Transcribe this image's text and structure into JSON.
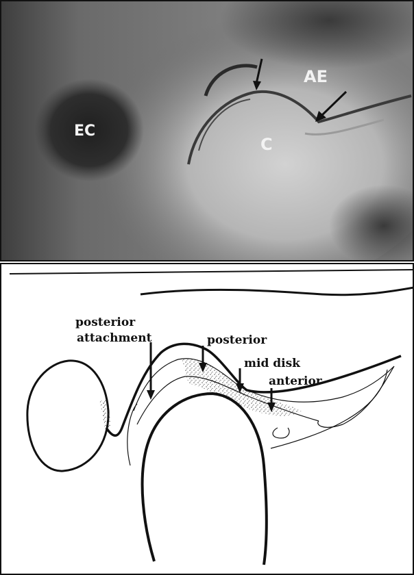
{
  "photo": {
    "labels": {
      "ec": "EC",
      "ae": "AE",
      "c": "C"
    }
  },
  "diagram": {
    "labels": {
      "posterior_attachment_line1": "posterior",
      "posterior_attachment_line2": "attachment",
      "posterior": "posterior",
      "mid_disk": "mid disk",
      "anterior": "anterior"
    }
  },
  "colors": {
    "photo_dark": "#2a2a2a",
    "photo_mid": "#8c8c8c",
    "photo_light": "#c9c9c9",
    "ink": "#111111",
    "paper": "#ffffff"
  }
}
